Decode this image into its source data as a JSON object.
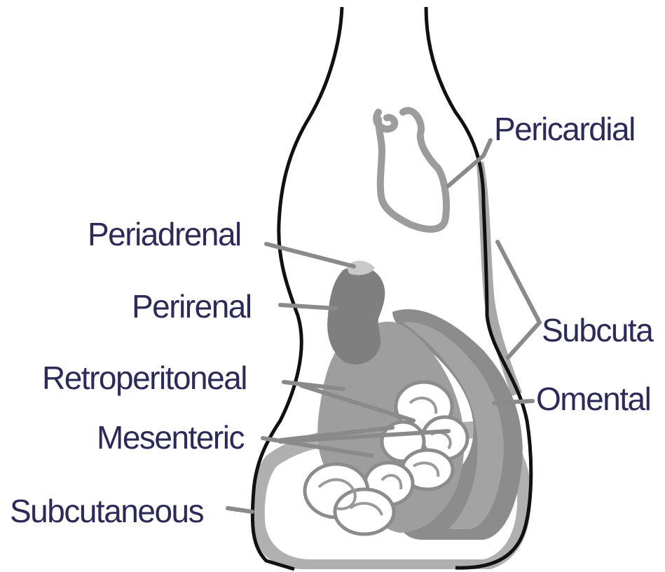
{
  "labels": {
    "pericardial": "Pericardial",
    "periadrenal": "Periadrenal",
    "perirenal": "Perirenal",
    "subcutaneous_right": "Subcuta",
    "retroperitoneal": "Retroperitoneal",
    "omental": "Omental",
    "mesenteric": "Mesenteric",
    "subcutaneous_left": "Subcutaneous"
  },
  "colors": {
    "label_text": "#2c2a57",
    "body_outline": "#111111",
    "fat_dark": "#7d7d7d",
    "fat_mid": "#9b9b9b",
    "fat_light": "#b5b5b5",
    "leader_line": "#8a8a8a"
  }
}
